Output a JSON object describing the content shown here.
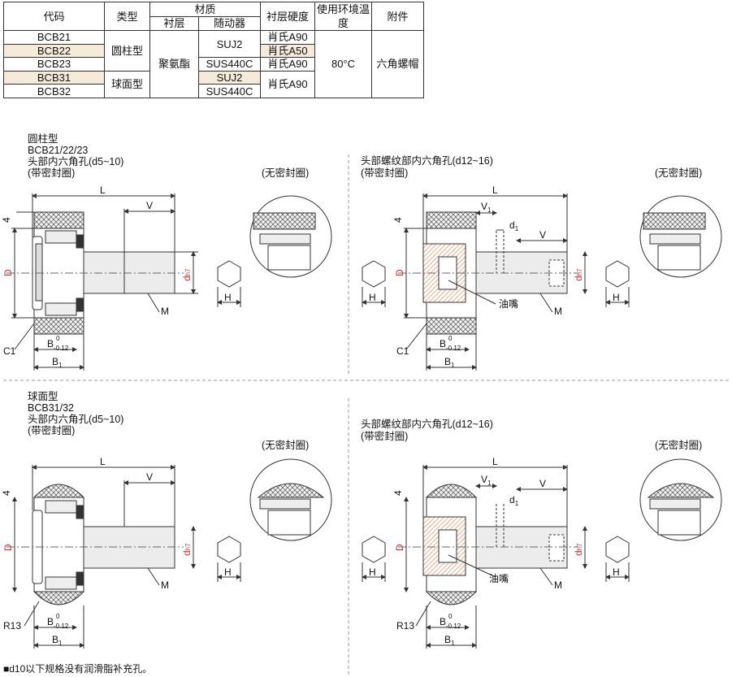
{
  "table": {
    "headers": {
      "code": "代码",
      "type": "类型",
      "material": "材质",
      "liner": "衬层",
      "follower": "随动器",
      "hardness": "衬层硬度",
      "temp": "使用环境温度",
      "accessory": "附件"
    },
    "rows": [
      {
        "code": "BCB21"
      },
      {
        "code": "BCB22"
      },
      {
        "code": "BCB23"
      },
      {
        "code": "BCB31"
      },
      {
        "code": "BCB32"
      }
    ],
    "type_cylinder": "圆柱型",
    "type_sphere": "球面型",
    "liner_value": "聚氨酯",
    "follower_suj2_a": "SUJ2",
    "follower_sus_a": "SUS440C",
    "follower_suj2_b": "SUJ2",
    "follower_sus_b": "SUS440C",
    "hard_a90_1": "肖氏A90",
    "hard_a50": "肖氏A50",
    "hard_a90_2": "肖氏A90",
    "hard_a90_3": "肖氏A90",
    "temp_value": "80°C",
    "accessory_value": "六角螺帽"
  },
  "sections": {
    "cyl_title": "圆柱型",
    "cyl_codes": "BCB21/22/23",
    "cyl_desc": "头部内六角孔(d5~10)",
    "sph_title": "球面型",
    "sph_codes": "BCB31/32",
    "sph_desc": "头部内六角孔(d5~10)",
    "sealed": "(带密封圈)",
    "unsealed": "(无密封圈)",
    "thread_desc": "头部螺纹部内六角孔(d12~16)"
  },
  "dims": {
    "L": "L",
    "V": "V",
    "V1": "V",
    "V1_sub": "1",
    "d1": "d",
    "d1_sub": "1",
    "D": "D",
    "dh7": "d",
    "dh7_sub": "h7",
    "four": "4",
    "M": "M",
    "H": "H",
    "C1": "C1",
    "R13": "R13",
    "B": "B",
    "B_sup": "0",
    "B_sub": "-0.12",
    "B1": "B",
    "B1_sub": "1",
    "nozzle": "油嘴"
  },
  "note": "■d10以下规格没有润滑脂补充孔。",
  "colors": {
    "line": "#333333",
    "highlight": "#f6eadb",
    "dim_red": "#d32f2f",
    "fill": "#e8e8e8",
    "hatch_orange": "#e07b39"
  }
}
